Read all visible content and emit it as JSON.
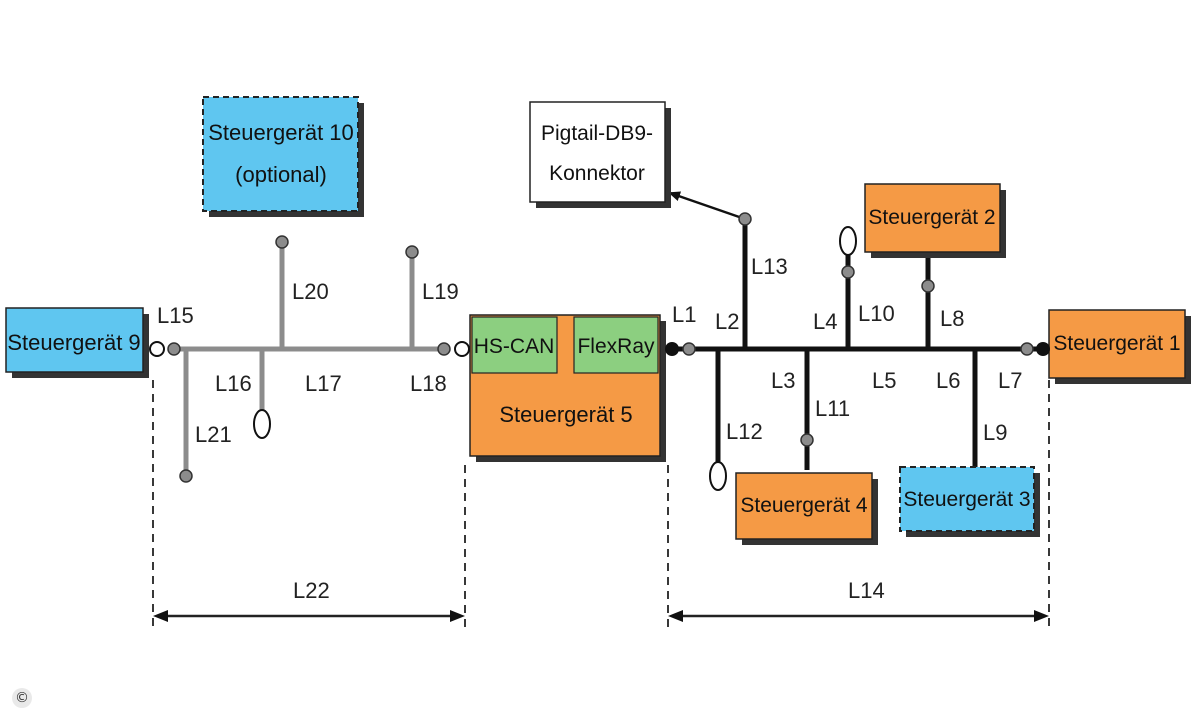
{
  "colors": {
    "blue": "#5fc6f0",
    "orange": "#f59a45",
    "green": "#8ccf80",
    "bus_gray": "#8c8c8c",
    "bus_black": "#111111"
  },
  "ecus": {
    "steuergeraet_1": "Steuergerät 1",
    "steuergeraet_2": "Steuergerät 2",
    "steuergeraet_3": "Steuergerät 3",
    "steuergeraet_4": "Steuergerät 4",
    "steuergeraet_5": "Steuergerät 5",
    "steuergeraet_9": "Steuergerät 9",
    "steuergeraet_10_line1": "Steuergerät 10",
    "steuergeraet_10_line2": "(optional)"
  },
  "interfaces": {
    "hs_can": "HS-CAN",
    "flexray": "FlexRay"
  },
  "connector": {
    "line1": "Pigtail-DB9-",
    "line2": "Konnektor"
  },
  "lines": {
    "L1": "L1",
    "L2": "L2",
    "L3": "L3",
    "L4": "L4",
    "L5": "L5",
    "L6": "L6",
    "L7": "L7",
    "L8": "L8",
    "L9": "L9",
    "L10": "L10",
    "L11": "L11",
    "L12": "L12",
    "L13": "L13",
    "L14": "L14",
    "L15": "L15",
    "L16": "L16",
    "L17": "L17",
    "L18": "L18",
    "L19": "L19",
    "L20": "L20",
    "L21": "L21",
    "L22": "L22"
  },
  "footer": {
    "copyright": "©"
  }
}
